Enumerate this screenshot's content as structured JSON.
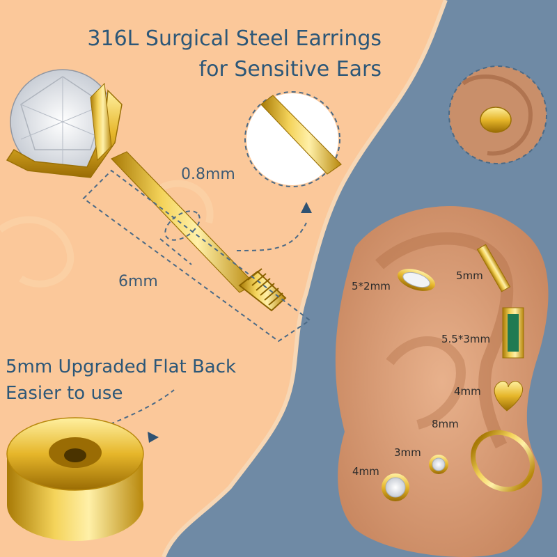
{
  "headline": {
    "line1": "316L Surgical Steel Earrings",
    "line2": "for Sensitive Ears"
  },
  "post_dimensions": {
    "diameter": "0.8mm",
    "length": "6mm"
  },
  "flat_back": {
    "line1": "5mm Upgraded Flat Back",
    "line2": "Easier to use"
  },
  "ear_sizes": {
    "marquise": "5*2mm",
    "bar": "5mm",
    "baguette": "5.5*3mm",
    "heart": "4mm",
    "hoop": "8mm",
    "small_stud": "3mm",
    "round_stud": "4mm"
  },
  "colors": {
    "background_peach": "#fbc89a",
    "background_blue": "#6f8aa5",
    "text_blue": "#2c5778",
    "gold": "#e0b020",
    "skin": "#d69a74"
  }
}
